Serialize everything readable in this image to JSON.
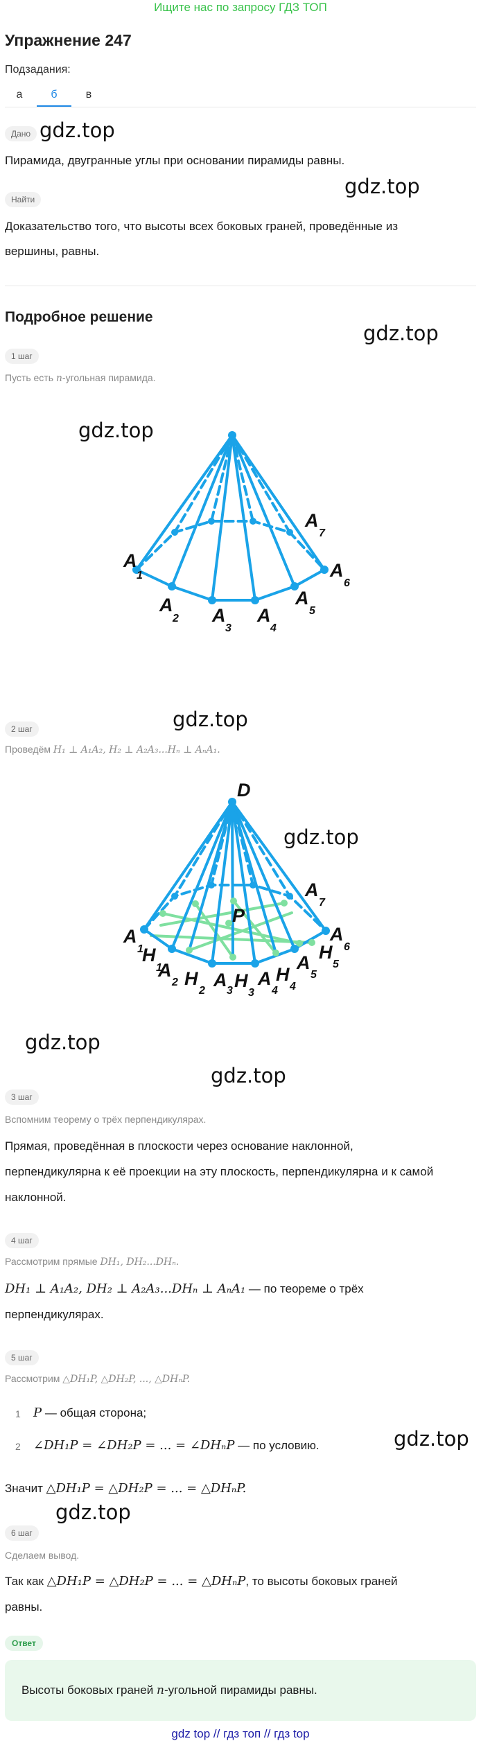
{
  "banner": "Ищите нас по запросу ГДЗ ТОП",
  "exercise_title": "Упражнение 247",
  "subtasks_label": "Подзадания:",
  "tabs": [
    "а",
    "б",
    "в"
  ],
  "active_tab": "б",
  "watermark": "gdz.top",
  "given": {
    "badge": "Дано",
    "text": "Пирамида, двугранные углы при основании пирамиды равны."
  },
  "find": {
    "badge": "Найти",
    "text_line1": "Доказательство того, что высоты всех боковых граней, проведённые из",
    "text_line2": "вершины, равны."
  },
  "solution_title": "Подробное решение",
  "steps": {
    "s1": {
      "badge": "1 шаг",
      "pre": "Пусть есть ",
      "math": "n",
      "post": "-угольная пирамида."
    },
    "s2": {
      "badge": "2 шаг",
      "pre": "Проведём ",
      "math": "H₁ ⊥ A₁A₂,  H₂ ⊥ A₂A₃...Hₙ ⊥ AₙA₁."
    },
    "s3": {
      "badge": "3 шаг",
      "note": "Вспомним теорему о трёх перпендикулярах.",
      "line1": "Прямая, проведённая в плоскости через основание наклонной,",
      "line2": "перпендикулярна к её проекции на эту плоскость, перпендикулярна и к самой",
      "line3": "наклонной."
    },
    "s4": {
      "badge": "4 шаг",
      "pre": "Рассмотрим прямые ",
      "math": "DH₁,  DH₂...DHₙ.",
      "line_math": "DH₁ ⊥ A₁A₂,  DH₂ ⊥ A₂A₃...DHₙ ⊥ AₙA₁",
      "line_tail": " — по теореме о трёх",
      "line2": "перпендикулярах."
    },
    "s5": {
      "badge": "5 шаг",
      "pre": "Рассмотрим ",
      "math": "△DH₁P,  △DH₂P,  ...,  △DHₙP.",
      "item1_num": "1",
      "item1_math": "P",
      "item1_text": " — общая сторона;",
      "item2_num": "2",
      "item2_math": "∠DH₁P = ∠DH₂P = ... = ∠DHₙP",
      "item2_text": " — по условию.",
      "concl_pre": "Значит ",
      "concl_math": "△DH₁P = △DH₂P = ... = △DHₙP."
    },
    "s6": {
      "badge": "6 шаг",
      "note": "Сделаем вывод.",
      "pre": "Так как ",
      "math": "△DH₁P = △DH₂P = ... = △DHₙP",
      "post": ", то высоты боковых граней",
      "line2": "равны."
    }
  },
  "answer": {
    "badge": "Ответ",
    "pre": "Высоты боковых граней ",
    "math": "n",
    "post": "-угольной пирамиды равны."
  },
  "figure1": {
    "labels": {
      "a1": "A",
      "a1s": "1",
      "a2": "A",
      "a2s": "2",
      "a3": "A",
      "a3s": "3",
      "a4": "A",
      "a4s": "4",
      "a5": "A",
      "a5s": "5",
      "a6": "A",
      "a6s": "6",
      "a7": "A",
      "a7s": "7"
    }
  },
  "figure2": {
    "labels": {
      "d": "D",
      "p": "P",
      "a1": "A",
      "a1s": "1",
      "a2": "A",
      "a2s": "2",
      "a3": "A",
      "a3s": "3",
      "a4": "A",
      "a4s": "4",
      "a5": "A",
      "a5s": "5",
      "a6": "A",
      "a6s": "6",
      "a7": "A",
      "a7s": "7",
      "h1": "H",
      "h1s": "1",
      "h2": "H",
      "h2s": "2",
      "h3": "H",
      "h3s": "3",
      "h4": "H",
      "h4s": "4",
      "h5": "H",
      "h5s": "5"
    }
  },
  "colors": {
    "line_blue": "#1aa3e8",
    "line_green": "#7fe0a0",
    "accent": "#1e88e5",
    "banner": "#38c24a"
  },
  "footer": "gdz top  //  гдз топ  //  гдз top"
}
